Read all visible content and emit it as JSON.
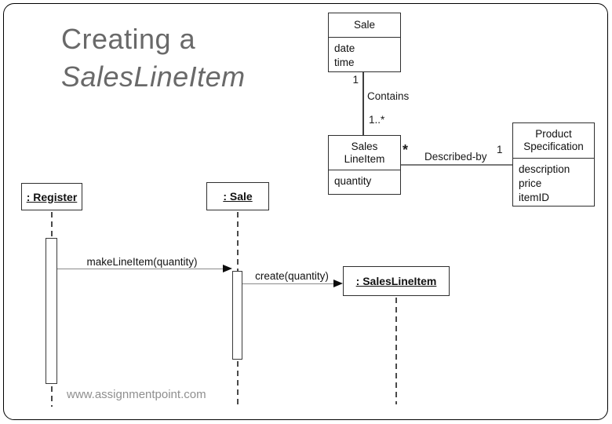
{
  "slide": {
    "title_line1": "Creating a",
    "title_line2": "SalesLineItem",
    "footer": "www.assignmentpoint.com",
    "colors": {
      "background": "#ffffff",
      "border": "#000000",
      "title_text": "#696969",
      "footer_text": "#8f8f8f",
      "diagram_line": "#3f3f3f",
      "message_line": "#8a8a8a"
    }
  },
  "class_diagram": {
    "classes": [
      {
        "name": "Sale",
        "name_lines": [
          "Sale",
          ""
        ],
        "attributes": [
          "date",
          "time"
        ]
      },
      {
        "name": "Sales LineItem",
        "name_lines": [
          "Sales",
          "LineItem"
        ],
        "attributes": [
          "quantity"
        ]
      },
      {
        "name": "Product Specification",
        "name_lines": [
          "Product",
          "Specification"
        ],
        "attributes": [
          "description",
          "price",
          "itemID"
        ]
      }
    ],
    "associations": [
      {
        "name": "Contains",
        "mult_from": "1",
        "mult_to": "1..*"
      },
      {
        "name": "Described-by",
        "mult_from": "*",
        "mult_to": "1"
      }
    ]
  },
  "sequence_diagram": {
    "lifelines": [
      {
        "label": ": Register"
      },
      {
        "label": ": Sale"
      },
      {
        "label": ": SalesLineItem"
      }
    ],
    "messages": [
      {
        "label": "makeLineItem(quantity)"
      },
      {
        "label": "create(quantity)"
      }
    ]
  }
}
